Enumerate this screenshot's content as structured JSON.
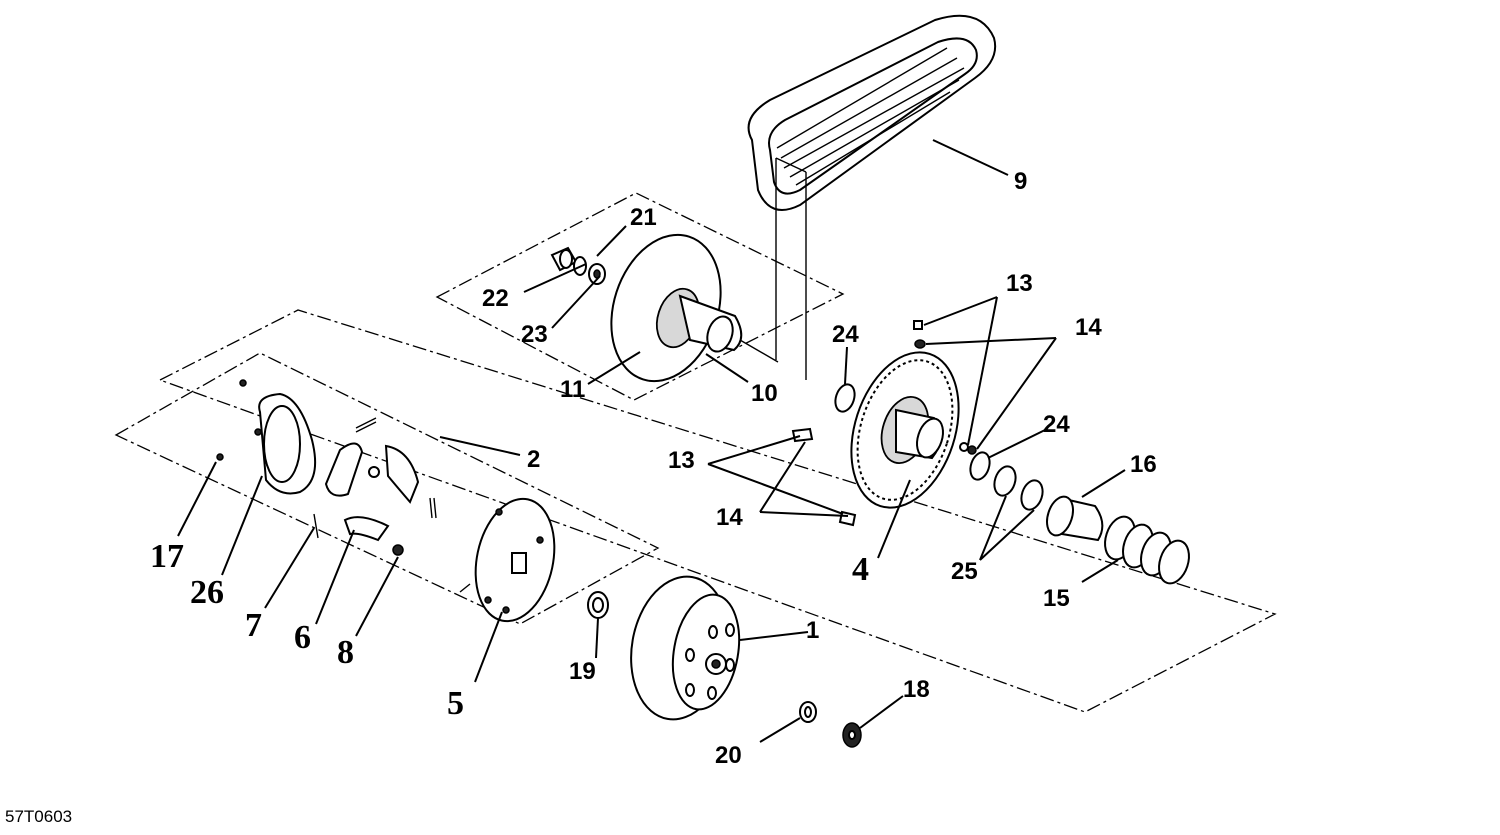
{
  "drawing_code": "57T0603",
  "callouts": {
    "c1": "1",
    "c2": "2",
    "c4": "4",
    "c5": "5",
    "c6": "6",
    "c7": "7",
    "c8": "8",
    "c9": "9",
    "c10": "10",
    "c11": "11",
    "c13a": "13",
    "c13b": "13",
    "c14a": "14",
    "c14b": "14",
    "c15": "15",
    "c16": "16",
    "c17": "17",
    "c18": "18",
    "c19": "19",
    "c20": "20",
    "c21": "21",
    "c22": "22",
    "c23": "23",
    "c24a": "24",
    "c24b": "24",
    "c25": "25",
    "c26": "26"
  }
}
